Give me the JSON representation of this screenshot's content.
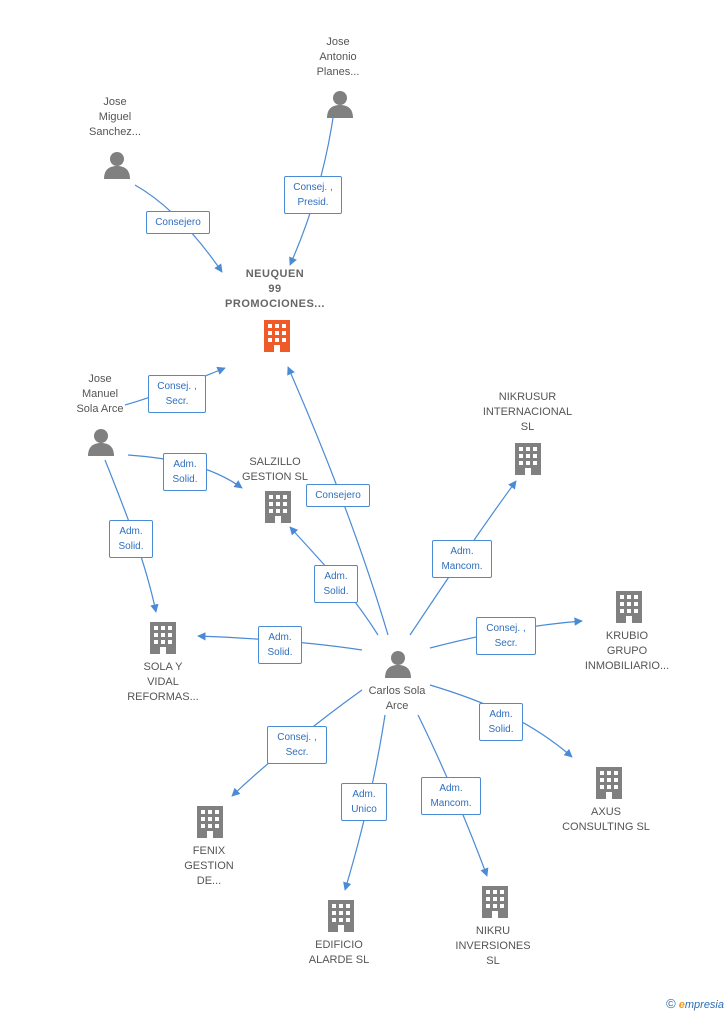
{
  "colors": {
    "edge": "#4a8bd6",
    "company": "#808080",
    "main_company": "#f05a28",
    "person": "#808080"
  },
  "nodes": {
    "jose_antonio": {
      "label": "Jose\nAntonio\nPlanes...",
      "icon": "person-icon"
    },
    "jose_miguel": {
      "label": "Jose\nMiguel\nSanchez...",
      "icon": "person-icon"
    },
    "neuquen": {
      "label": "NEUQUEN\n99\nPROMOCIONES...",
      "icon": "building-icon"
    },
    "jose_manuel": {
      "label": "Jose\nManuel\nSola Arce",
      "icon": "person-icon"
    },
    "salzillo": {
      "label": "SALZILLO\nGESTION SL",
      "icon": "building-icon"
    },
    "nikrusur": {
      "label": "NIKRUSUR\nINTERNACIONAL\nSL",
      "icon": "building-icon"
    },
    "sola_vidal": {
      "label": "SOLA Y\nVIDAL\nREFORMAS...",
      "icon": "building-icon"
    },
    "carlos": {
      "label": "Carlos Sola\nArce",
      "icon": "person-icon"
    },
    "krubio": {
      "label": "KRUBIO\nGRUPO\nINMOBILIARIO...",
      "icon": "building-icon"
    },
    "axus": {
      "label": "AXUS\nCONSULTING SL",
      "icon": "building-icon"
    },
    "fenix": {
      "label": "FENIX\nGESTION\nDE...",
      "icon": "building-icon"
    },
    "edificio": {
      "label": "EDIFICIO\nALARDE  SL",
      "icon": "building-icon"
    },
    "nikru": {
      "label": "NIKRU\nINVERSIONES\nSL",
      "icon": "building-icon"
    }
  },
  "edges": {
    "e1": "Consej. ,\nPresid.",
    "e2": "Consejero",
    "e3": "Consej. ,\nSecr.",
    "e4": "Adm.\nSolid.",
    "e5": "Adm.\nSolid.",
    "e6": "Consejero",
    "e7": "Adm.\nSolid.",
    "e8": "Adm.\nMancom.",
    "e9": "Consej. ,\nSecr.",
    "e10": "Adm.\nSolid.",
    "e11": "Adm.\nSolid.",
    "e12": "Consej. ,\nSecr.",
    "e13": "Adm.\nUnico",
    "e14": "Adm.\nMancom."
  },
  "footer": {
    "copyright": "©",
    "brand_initial": "e",
    "brand_rest": "mpresia"
  }
}
